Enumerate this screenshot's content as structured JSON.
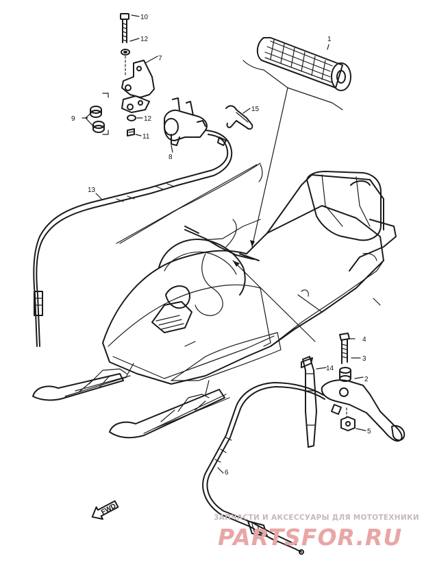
{
  "parts": [
    {
      "number": "1",
      "name": "grip"
    },
    {
      "number": "2",
      "name": "brake-lever"
    },
    {
      "number": "3",
      "name": "collar"
    },
    {
      "number": "4",
      "name": "bolt"
    },
    {
      "number": "5",
      "name": "nut"
    },
    {
      "number": "6",
      "name": "brake-cable"
    },
    {
      "number": "7",
      "name": "bracket"
    },
    {
      "number": "8",
      "name": "throttle-housing"
    },
    {
      "number": "9",
      "name": "bushing"
    },
    {
      "number": "10",
      "name": "bolt"
    },
    {
      "number": "11",
      "name": "screw"
    },
    {
      "number": "12",
      "name": "washer"
    },
    {
      "number": "13",
      "name": "throttle-cable"
    },
    {
      "number": "14",
      "name": "parking-brake-strap"
    },
    {
      "number": "15",
      "name": "spring-clip"
    }
  ],
  "fwd_label": "FWD",
  "watermark": {
    "tagline": "ЗАПЧАСТИ И АКСЕССУАРЫ ДЛЯ МОТОТЕХНИКИ",
    "brand": "PARTSFOR.RU"
  }
}
